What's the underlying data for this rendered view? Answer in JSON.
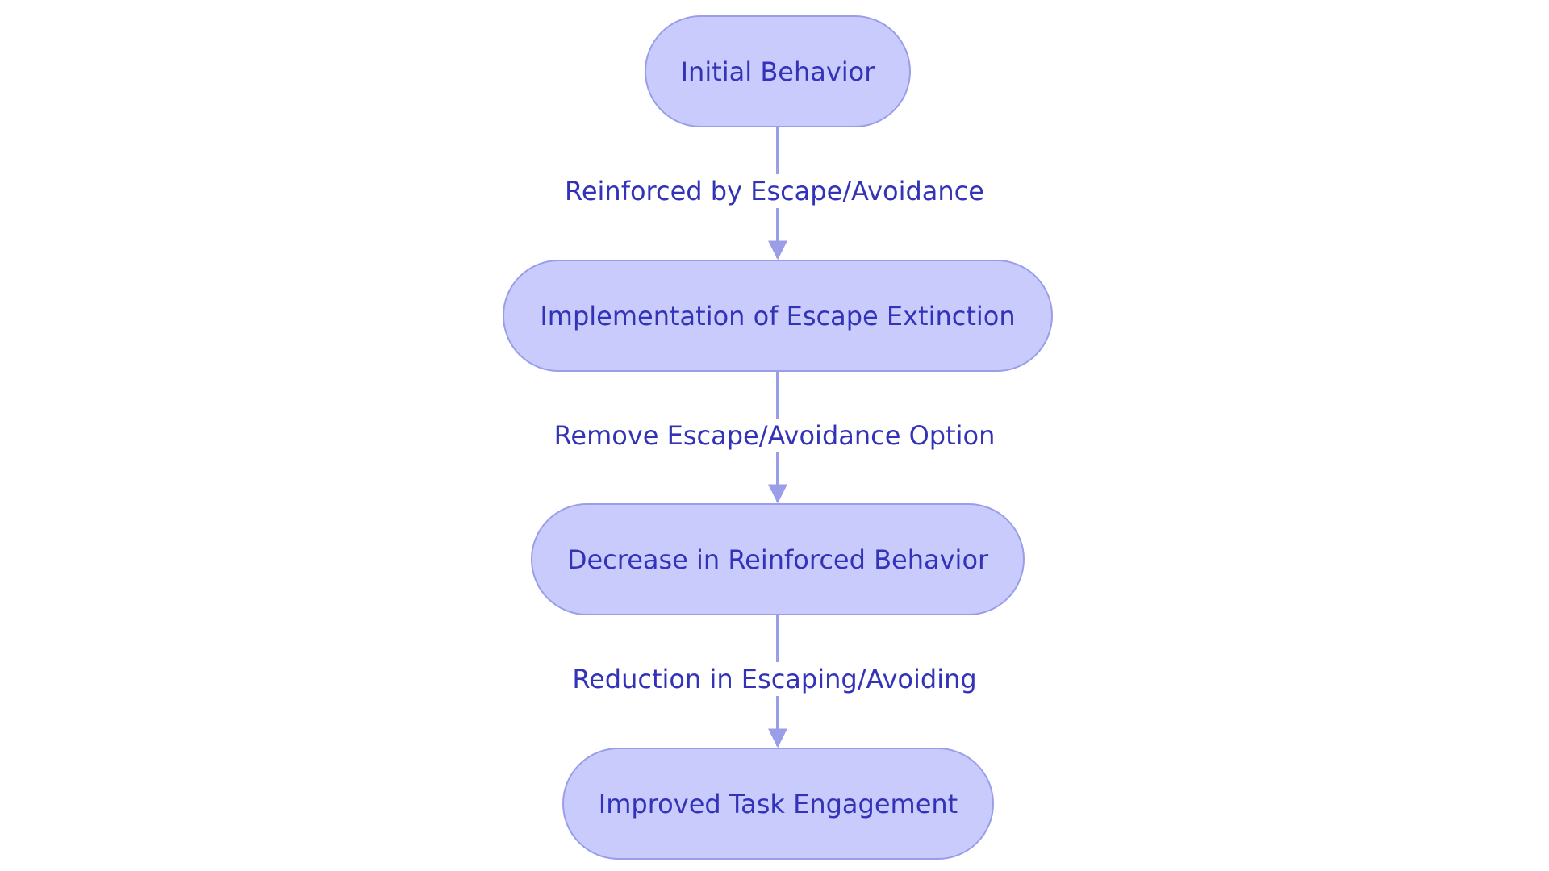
{
  "diagram": {
    "nodes": [
      {
        "id": "initial-behavior",
        "label": "Initial Behavior"
      },
      {
        "id": "implementation",
        "label": "Implementation of Escape Extinction"
      },
      {
        "id": "decrease",
        "label": "Decrease in Reinforced Behavior"
      },
      {
        "id": "improved",
        "label": "Improved Task Engagement"
      }
    ],
    "edges": [
      {
        "from": "initial-behavior",
        "to": "implementation",
        "label": "Reinforced by Escape/Avoidance"
      },
      {
        "from": "implementation",
        "to": "decrease",
        "label": "Remove Escape/Avoidance Option"
      },
      {
        "from": "decrease",
        "to": "improved",
        "label": "Reduction in Escaping/Avoiding"
      }
    ],
    "colors": {
      "node_fill": "#c9cbfd",
      "node_border": "#9a9ee8",
      "edge": "#9a9ee8",
      "text": "#3333b8",
      "background": "#ffffff"
    }
  }
}
